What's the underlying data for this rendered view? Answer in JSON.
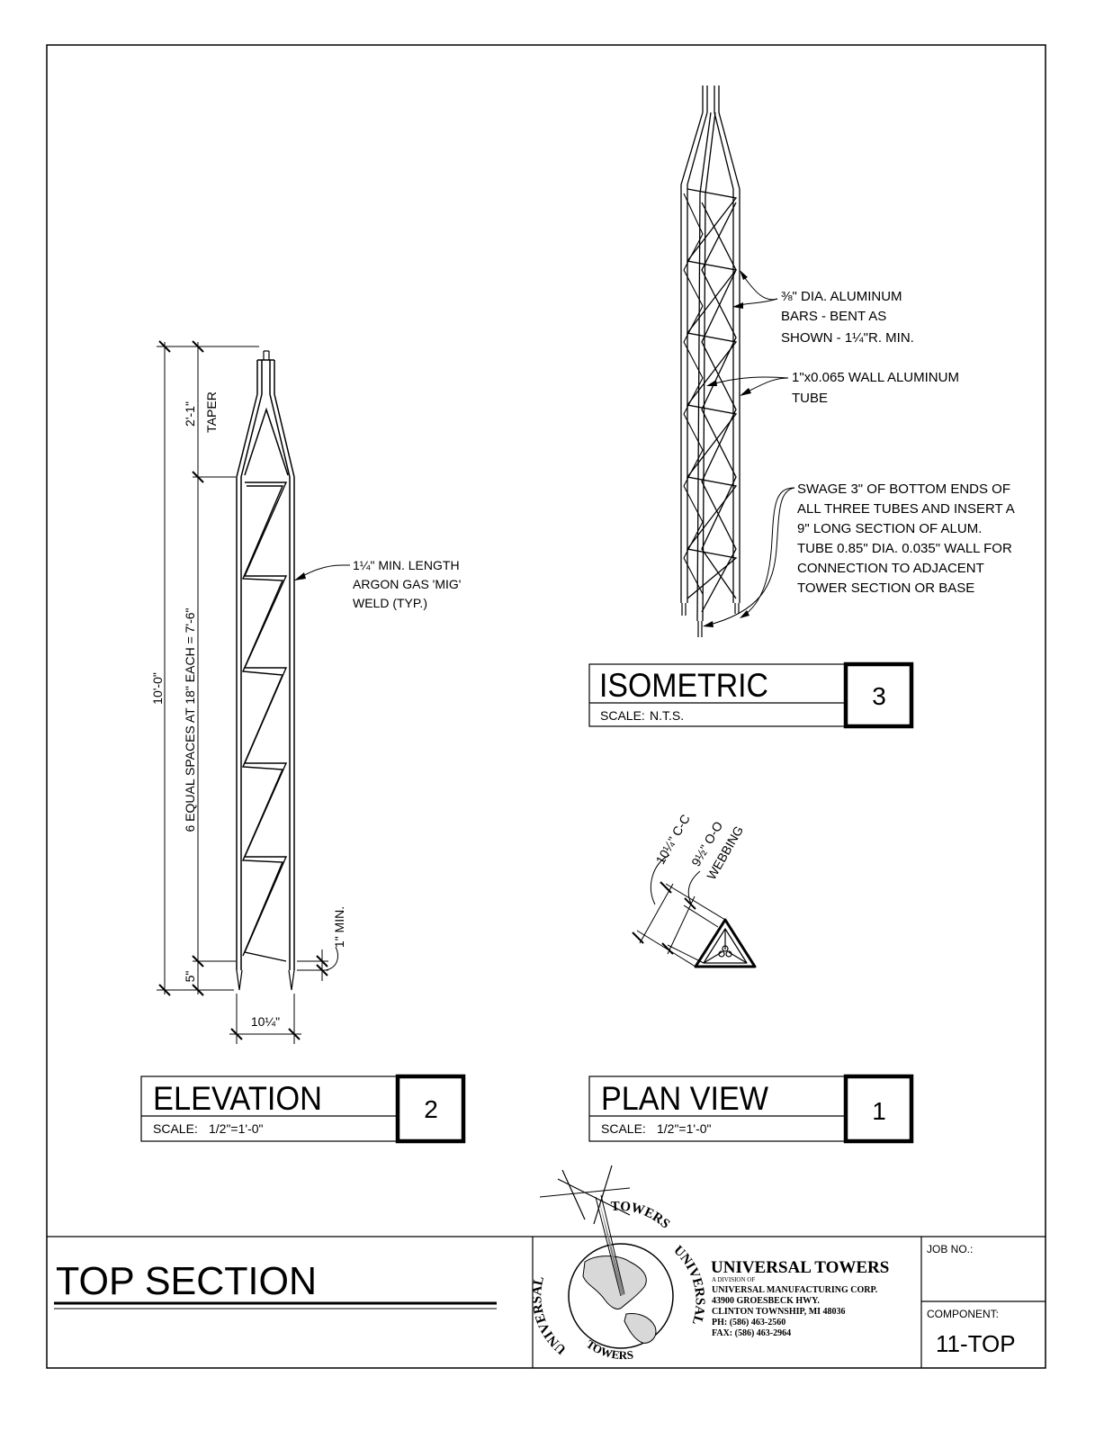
{
  "drawing": {
    "title": "TOP SECTION",
    "company": {
      "name": "UNIVERSAL TOWERS",
      "division": "A DIVISION OF",
      "parent": "UNIVERSAL MANUFACTURING CORP.",
      "address1": "43900 GROESBECK HWY.",
      "address2": "CLINTON TOWNSHIP, MI 48036",
      "phone": "PH: (586) 463-2560",
      "fax": "FAX: (586) 463-2964"
    },
    "logo": {
      "top": "TOWERS",
      "left": "UNIVERSAL",
      "right": "UNIVERSAL",
      "bottom": "TOWERS"
    },
    "job_no_label": "JOB NO.:",
    "component_label": "COMPONENT:",
    "component_value": "11-TOP"
  },
  "views": {
    "elevation": {
      "title": "ELEVATION",
      "scale_label": "SCALE:",
      "scale": "1/2\"=1'-0\"",
      "number": "2"
    },
    "plan": {
      "title": "PLAN VIEW",
      "scale_label": "SCALE:",
      "scale": "1/2\"=1'-0\"",
      "number": "1"
    },
    "isometric": {
      "title": "ISOMETRIC",
      "scale_label": "SCALE:",
      "scale": "N.T.S.",
      "number": "3"
    }
  },
  "elevation_dims": {
    "overall": "10'-0\"",
    "taper": "2'-1\"",
    "taper_label": "TAPER",
    "spaces": "6 EQUAL SPACES AT 18\" EACH = 7'-6\"",
    "bottom": "5\"",
    "min": "1\" MIN.",
    "width": "10¼\""
  },
  "plan_dims": {
    "cc": "10¼\" C-C",
    "oo": "9½\" O-O",
    "webbing": "WEBBING"
  },
  "notes": {
    "weld": [
      "1¼\" MIN. LENGTH",
      "ARGON GAS 'MIG'",
      "WELD (TYP.)"
    ],
    "bars": [
      "⅜\" DIA. ALUMINUM",
      "BARS - BENT AS",
      "SHOWN - 1¼\"R. MIN."
    ],
    "tube": [
      "1\"x0.065 WALL ALUMINUM",
      "TUBE"
    ],
    "swage": [
      "SWAGE 3\" OF BOTTOM ENDS OF",
      "ALL THREE TUBES AND INSERT A",
      "9\" LONG SECTION OF ALUM.",
      "TUBE 0.85\" DIA. 0.035\" WALL FOR",
      "CONNECTION TO ADJACENT",
      "TOWER SECTION OR BASE"
    ]
  }
}
